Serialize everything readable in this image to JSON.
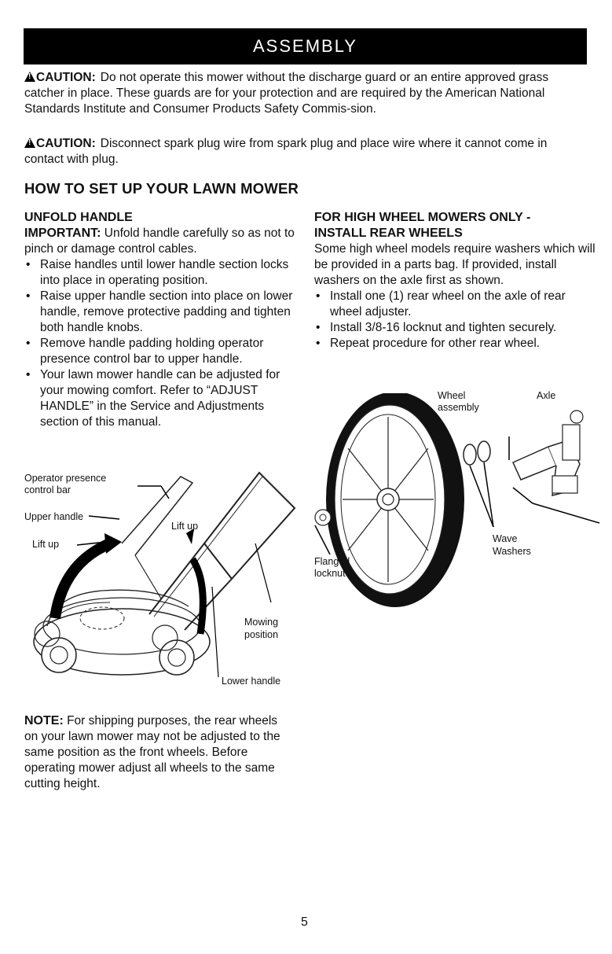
{
  "header": {
    "title": "ASSEMBLY"
  },
  "cautions": [
    {
      "label": "CAUTION:",
      "text": "Do not operate this mower without the discharge guard or an entire approved grass catcher in place. These guards are for your protection and are required by the American National Standards Institute and Consumer Products Safety Commis-sion."
    },
    {
      "label": "CAUTION:",
      "text": "Disconnect spark plug wire from spark plug and place wire where it cannot come in contact with plug."
    }
  ],
  "main_heading": "HOW TO SET UP YOUR LAWN MOWER",
  "left": {
    "heading": "UNFOLD HANDLE",
    "important_label": "IMPORTANT:",
    "important_text": "Unfold handle carefully so as not to pinch or damage control cables.",
    "bullets": [
      "Raise handles until lower handle section locks into place in operating position.",
      "Raise upper handle section into place on lower handle, remove protective padding and tighten both handle knobs.",
      "Remove handle padding holding operator presence control bar to upper handle.",
      "Your lawn mower handle can be adjusted for your mowing comfort. Refer to “ADJUST HANDLE” in the Service and Adjustments section of this manual."
    ],
    "figure_labels": {
      "operator_bar_1": "Operator presence",
      "operator_bar_2": "control bar",
      "upper_handle": "Upper handle",
      "lift_up_left": "Lift up",
      "lift_up_right": "Lift up",
      "mowing_1": "Mowing",
      "mowing_2": "position",
      "lower_handle": "Lower handle"
    },
    "note_label": "NOTE:",
    "note_text": "For shipping purposes, the rear wheels on your lawn mower may not be adjusted to the same position as the front wheels. Before operating mower adjust all wheels to the same cutting height."
  },
  "right": {
    "heading_1": "FOR HIGH WHEEL MOWERS ONLY -",
    "heading_2": "INSTALL REAR WHEELS",
    "intro": "Some high wheel models require washers which will be provided in a parts bag. If provided, install washers on the axle first as shown.",
    "bullets": [
      "Install one (1) rear wheel on the axle of rear wheel adjuster.",
      "Install 3/8-16 locknut and tighten securely.",
      "Repeat procedure for other rear wheel."
    ],
    "figure_labels": {
      "wheel_1": "Wheel",
      "wheel_2": "assembly",
      "axle": "Axle",
      "wave_1": "Wave",
      "wave_2": "Washers",
      "flanged_1": "Flanged",
      "flanged_2": "locknut"
    }
  },
  "page_number": "5"
}
